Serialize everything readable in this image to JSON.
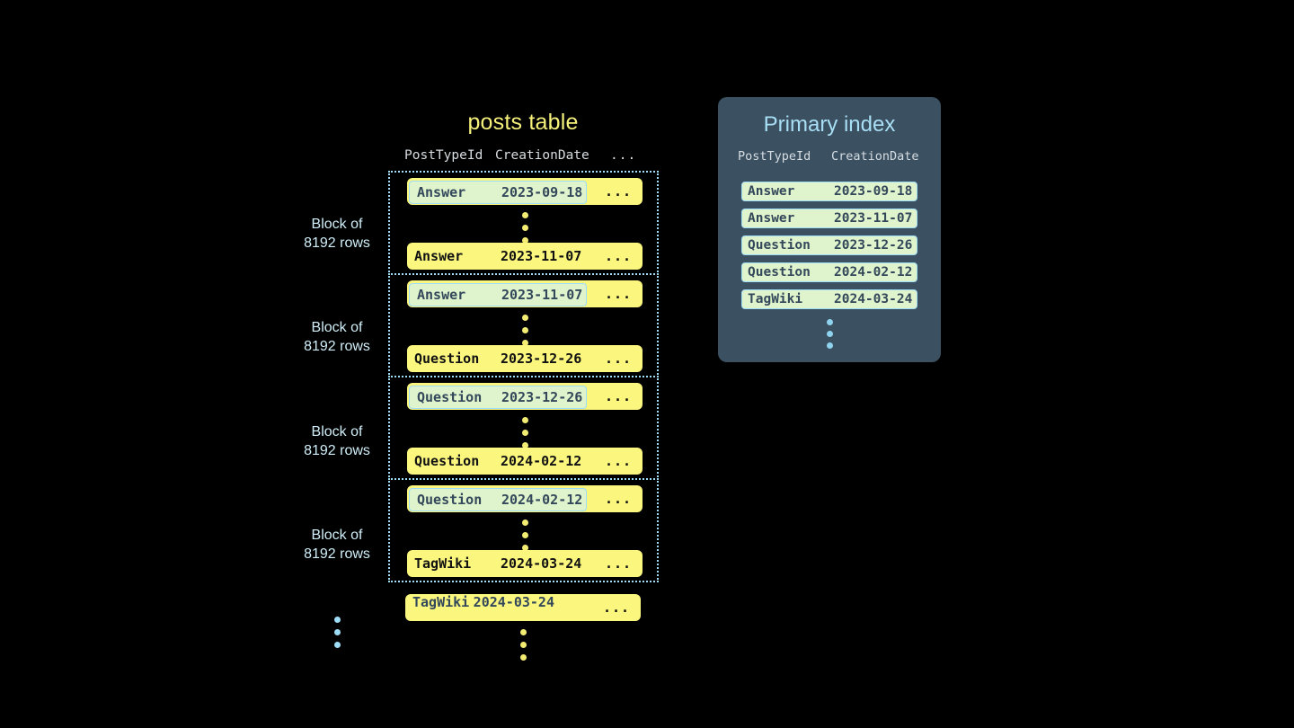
{
  "posts_table": {
    "title": "posts table",
    "columns": [
      "PostTypeId",
      "CreationDate",
      "..."
    ],
    "rest_label": "...",
    "block_label_line1": "Block of",
    "block_label_line2": "8192 rows",
    "blocks": [
      {
        "label": "Block of 8192 rows",
        "first_row": {
          "type": "Answer",
          "date": "2023-09-18",
          "rest": "...",
          "highlighted": true
        },
        "last_row": {
          "type": "Answer",
          "date": "2023-11-07",
          "rest": "...",
          "highlighted": false
        }
      },
      {
        "label": "Block of 8192 rows",
        "first_row": {
          "type": "Answer",
          "date": "2023-11-07",
          "rest": "...",
          "highlighted": true
        },
        "last_row": {
          "type": "Question",
          "date": "2023-12-26",
          "rest": "...",
          "highlighted": false
        }
      },
      {
        "label": "Block of 8192 rows",
        "first_row": {
          "type": "Question",
          "date": "2023-12-26",
          "rest": "...",
          "highlighted": true
        },
        "last_row": {
          "type": "Question",
          "date": "2024-02-12",
          "rest": "...",
          "highlighted": false
        }
      },
      {
        "label": "Block of 8192 rows",
        "first_row": {
          "type": "Question",
          "date": "2024-02-12",
          "rest": "...",
          "highlighted": true
        },
        "last_row": {
          "type": "TagWiki",
          "date": "2024-03-24",
          "rest": "...",
          "highlighted": false
        }
      }
    ],
    "tail_row": {
      "type": "TagWiki",
      "date": "2024-03-24",
      "rest": "...",
      "highlighted": true
    }
  },
  "primary_index": {
    "title": "Primary index",
    "columns": [
      "PostTypeId",
      "CreationDate"
    ],
    "rows": [
      {
        "type": "Answer",
        "date": "2023-09-18"
      },
      {
        "type": "Answer",
        "date": "2023-11-07"
      },
      {
        "type": "Question",
        "date": "2023-12-26"
      },
      {
        "type": "Question",
        "date": "2024-02-12"
      },
      {
        "type": "TagWiki",
        "date": "2024-03-24"
      }
    ]
  },
  "colors": {
    "background": "#000000",
    "row_yellow": "#fbf77e",
    "pill_green": "#dff3cd",
    "accent_blue": "#9fdcf5",
    "panel_slate": "#3b5162",
    "title_yellow": "#f5f17a"
  }
}
